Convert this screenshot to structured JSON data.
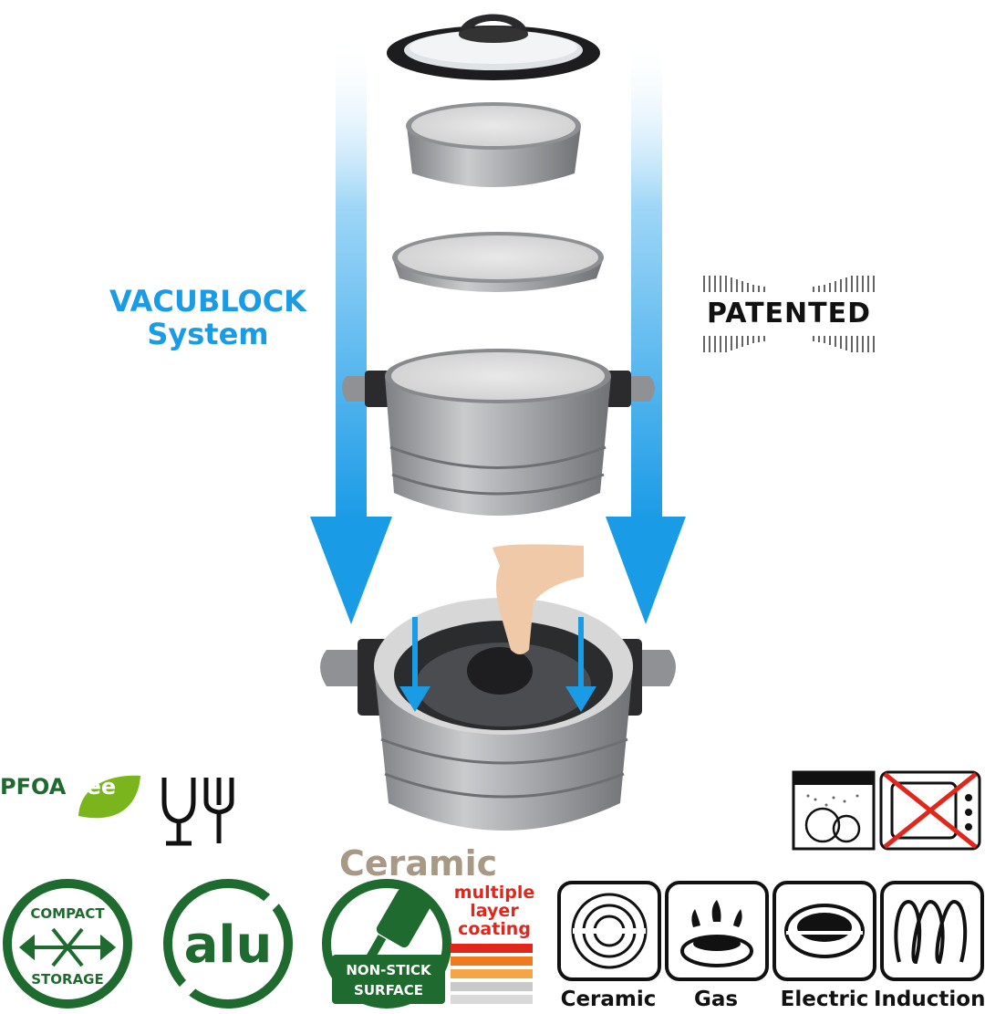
{
  "vacublock": {
    "line1": "VACUBLOCK",
    "line2": "System"
  },
  "patented": "PATENTED",
  "pfoa": {
    "part1": "PFOA",
    "part2": "free"
  },
  "storage_badge": {
    "top": "COMPACT",
    "bottom": "STORAGE"
  },
  "alu_badge": "alu",
  "ceramic_title": "Ceramic",
  "coating": {
    "line1": "multiple",
    "line2": "layer",
    "line3": "coating"
  },
  "nonstick": {
    "line1": "NON-STICK",
    "line2": "SURFACE"
  },
  "hobs": [
    "Ceramic",
    "Gas",
    "Electric",
    "Induction"
  ],
  "colors": {
    "arrow": "#1a9be6",
    "green": "#1f6a2e",
    "red": "#e1261c",
    "ceramic": "#a89886"
  }
}
